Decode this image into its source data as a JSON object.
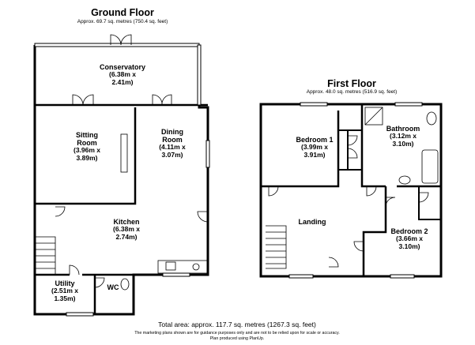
{
  "ground_floor": {
    "title": "Ground Floor",
    "area": "Approx. 69.7 sq. metres (750.4 sq. feet)",
    "rooms": {
      "conservatory": {
        "name": "Conservatory",
        "dims": [
          "(6.38m x",
          "2.41m)"
        ]
      },
      "sitting_room": {
        "name": [
          "Sitting",
          "Room"
        ],
        "dims": [
          "(3.96m x",
          "3.89m)"
        ]
      },
      "dining_room": {
        "name": [
          "Dining",
          "Room"
        ],
        "dims": [
          "(4.11m x",
          "3.07m)"
        ]
      },
      "kitchen": {
        "name": "Kitchen",
        "dims": [
          "(6.38m x",
          "2.74m)"
        ]
      },
      "utility": {
        "name": "Utility",
        "dims": [
          "(2.51m x",
          "1.35m)"
        ]
      },
      "wc": {
        "name": "WC"
      }
    }
  },
  "first_floor": {
    "title": "First Floor",
    "area": "Approx. 48.0 sq. metres (516.9 sq. feet)",
    "rooms": {
      "bedroom_1": {
        "name": "Bedroom 1",
        "dims": [
          "(3.99m x",
          "3.91m)"
        ]
      },
      "bathroom": {
        "name": "Bathroom",
        "dims": [
          "(3.12m x",
          "3.10m)"
        ]
      },
      "landing": {
        "name": "Landing"
      },
      "bedroom_2": {
        "name": "Bedroom 2",
        "dims": [
          "(3.66m x",
          "3.10m)"
        ]
      }
    }
  },
  "footer": {
    "total_area": "Total area: approx. 117.7 sq. metres (1267.3 sq. feet)",
    "disclaimer": [
      "The marketing plans shown are for guidance purposes only and are not to be relied upon for scale or accuracy.",
      "Plan produced using PlanUp."
    ]
  }
}
